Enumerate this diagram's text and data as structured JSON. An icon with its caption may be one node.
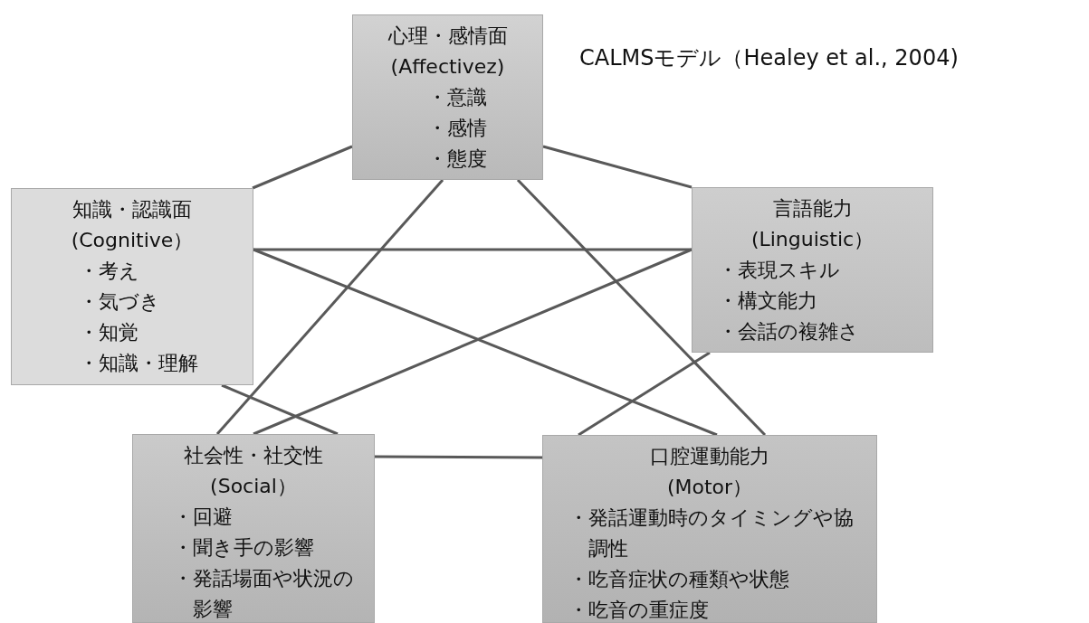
{
  "diagram": {
    "title": "CALMSモデル（Healey et al., 2004)",
    "nodes": [
      {
        "text": [
          "心理・感情面",
          "(Affectivez)",
          "・意識",
          "・感情",
          "・態度"
        ]
      },
      {
        "text": [
          "知識・認識面",
          "(Cognitive）",
          "・考え",
          "・気づき",
          "・知覚",
          "・知識・理解"
        ]
      },
      {
        "text": [
          "言語能力",
          "(Linguistic）",
          "・表現スキル",
          "・構文能力",
          "・会話の複雑さ"
        ]
      },
      {
        "text": [
          "社会性・社交性",
          "(Social）",
          "・回避",
          "・聞き手の影響",
          "・発話場面や状況の影響"
        ]
      },
      {
        "text": [
          "口腔運動能力",
          "(Motor）",
          "・発話運動時のタイミングや協調性",
          "・吃音症状の種類や状態",
          "・吃音の重症度"
        ]
      }
    ],
    "edges": [
      {
        "from": 0,
        "to": 1,
        "arrow": "none"
      },
      {
        "from": 0,
        "to": 2,
        "arrow": "none"
      },
      {
        "from": 0,
        "to": 3,
        "arrow": "none"
      },
      {
        "from": 0,
        "to": 4,
        "arrow": "none"
      },
      {
        "from": 1,
        "to": 2,
        "arrow": "none"
      },
      {
        "from": 1,
        "to": 4,
        "arrow": "none"
      },
      {
        "from": 2,
        "to": 3,
        "arrow": "none"
      },
      {
        "from": 1,
        "to": 3,
        "arrow": "none"
      },
      {
        "from": 2,
        "to": 4,
        "arrow": "none"
      },
      {
        "from": 3,
        "to": 4,
        "arrow": "none"
      }
    ]
  }
}
